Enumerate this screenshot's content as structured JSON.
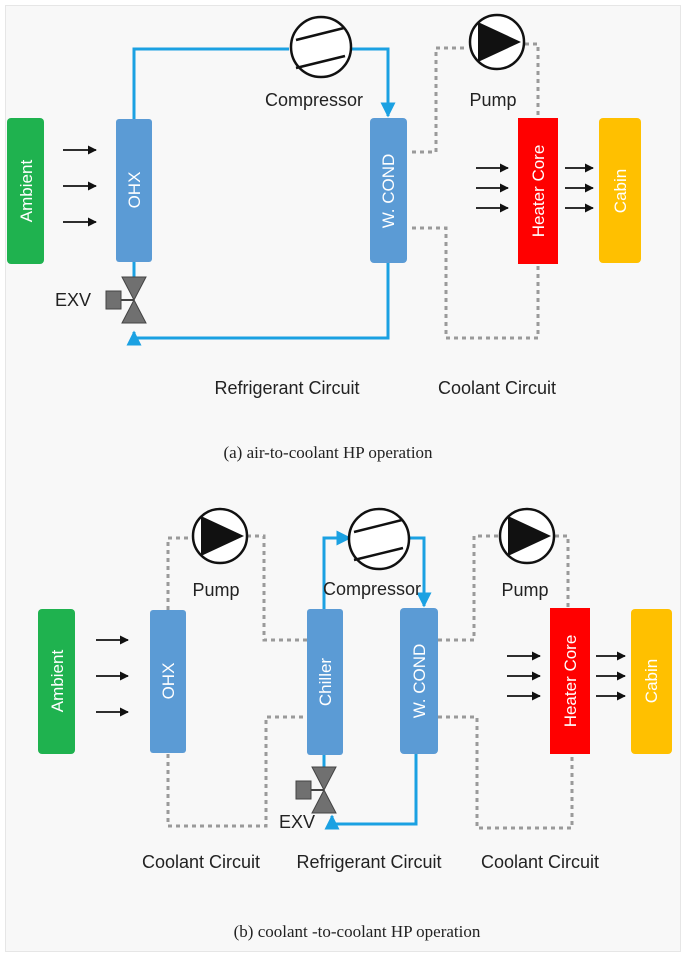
{
  "colors": {
    "ambient": "#1fb24f",
    "hx": "#5b9bd5",
    "heater_core": "#ff0000",
    "cabin": "#ffc000",
    "refrigerant_line": "#1ba1e2",
    "coolant_line": "#9a9a9a",
    "valve": "#707070"
  },
  "top": {
    "ambient": "Ambient",
    "ohx": "OHX",
    "w_cond": "W. COND",
    "heater_core": "Heater Core",
    "cabin": "Cabin",
    "compressor": "Compressor",
    "pump": "Pump",
    "exv": "EXV",
    "refrigerant_circuit": "Refrigerant Circuit",
    "coolant_circuit": "Coolant Circuit",
    "caption": "(a) air-to-coolant HP operation"
  },
  "bottom": {
    "ambient": "Ambient",
    "ohx": "OHX",
    "chiller": "Chiller",
    "w_cond": "W. COND",
    "heater_core": "Heater Core",
    "cabin": "Cabin",
    "compressor": "Compressor",
    "pump_left": "Pump",
    "pump_right": "Pump",
    "exv": "EXV",
    "coolant_circuit_left": "Coolant Circuit",
    "refrigerant_circuit": "Refrigerant Circuit",
    "coolant_circuit_right": "Coolant Circuit",
    "caption": "(b) coolant -to-coolant HP operation"
  }
}
